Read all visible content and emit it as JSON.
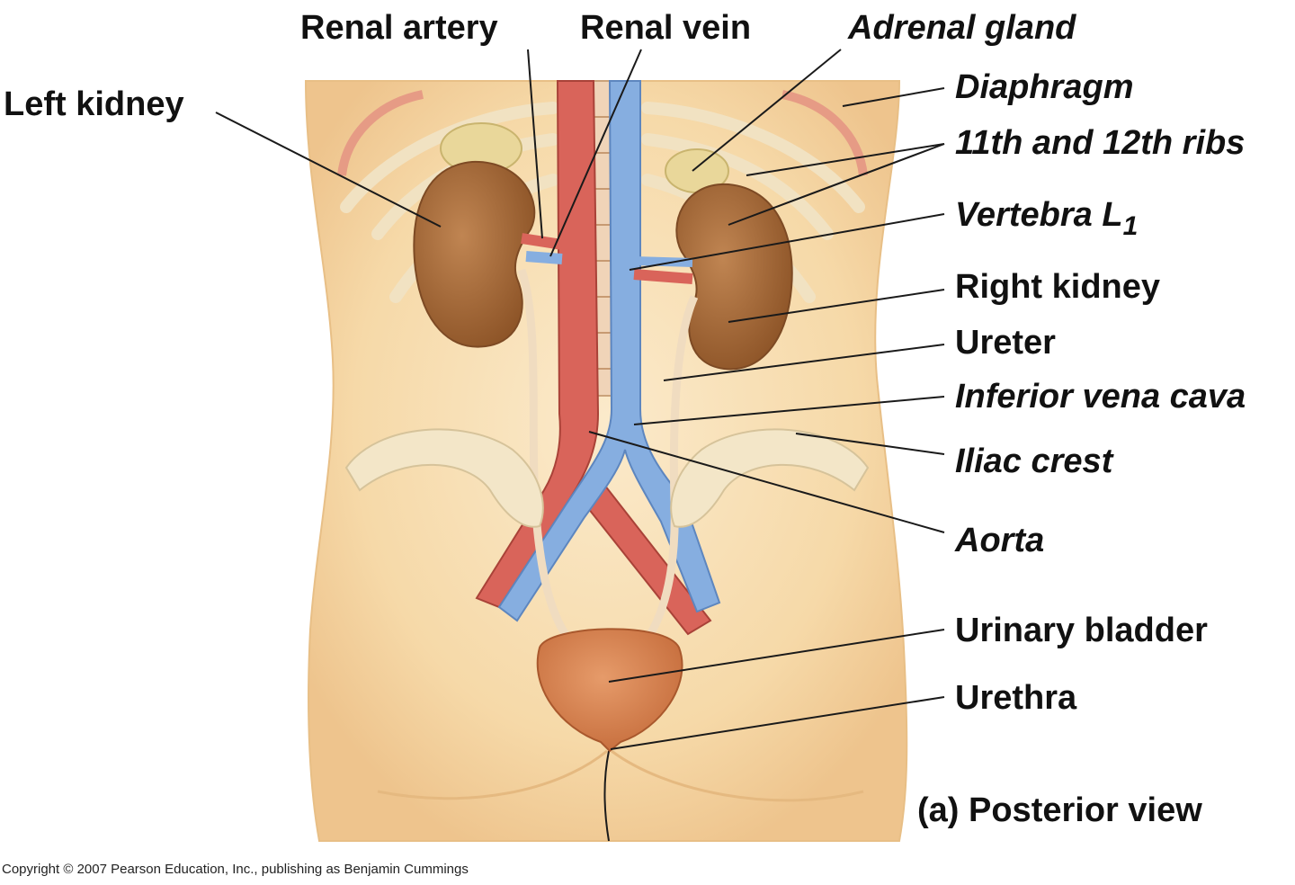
{
  "labels": {
    "renal_artery": "Renal artery",
    "renal_vein": "Renal vein",
    "adrenal_gland": "Adrenal gland",
    "left_kidney": "Left kidney",
    "diaphragm": "Diaphragm",
    "ribs": "11th and 12th ribs",
    "vertebra": "Vertebra L",
    "vertebra_sub": "1",
    "right_kidney": "Right kidney",
    "ureter": "Ureter",
    "inferior_vena_cava": "Inferior vena cava",
    "iliac_crest": "Iliac crest",
    "aorta": "Aorta",
    "urinary_bladder": "Urinary bladder",
    "urethra": "Urethra",
    "view": "(a) Posterior view"
  },
  "copyright": "Copyright © 2007 Pearson Education, Inc., publishing as Benjamin Cummings",
  "colors": {
    "skin": "#f7dcae",
    "kidney": "#a86d3e",
    "aorta": "#d9645a",
    "vena_cava": "#86aee0",
    "bladder": "#d9895a",
    "bone": "#f3e6c8",
    "adrenal": "#e9d79a"
  }
}
